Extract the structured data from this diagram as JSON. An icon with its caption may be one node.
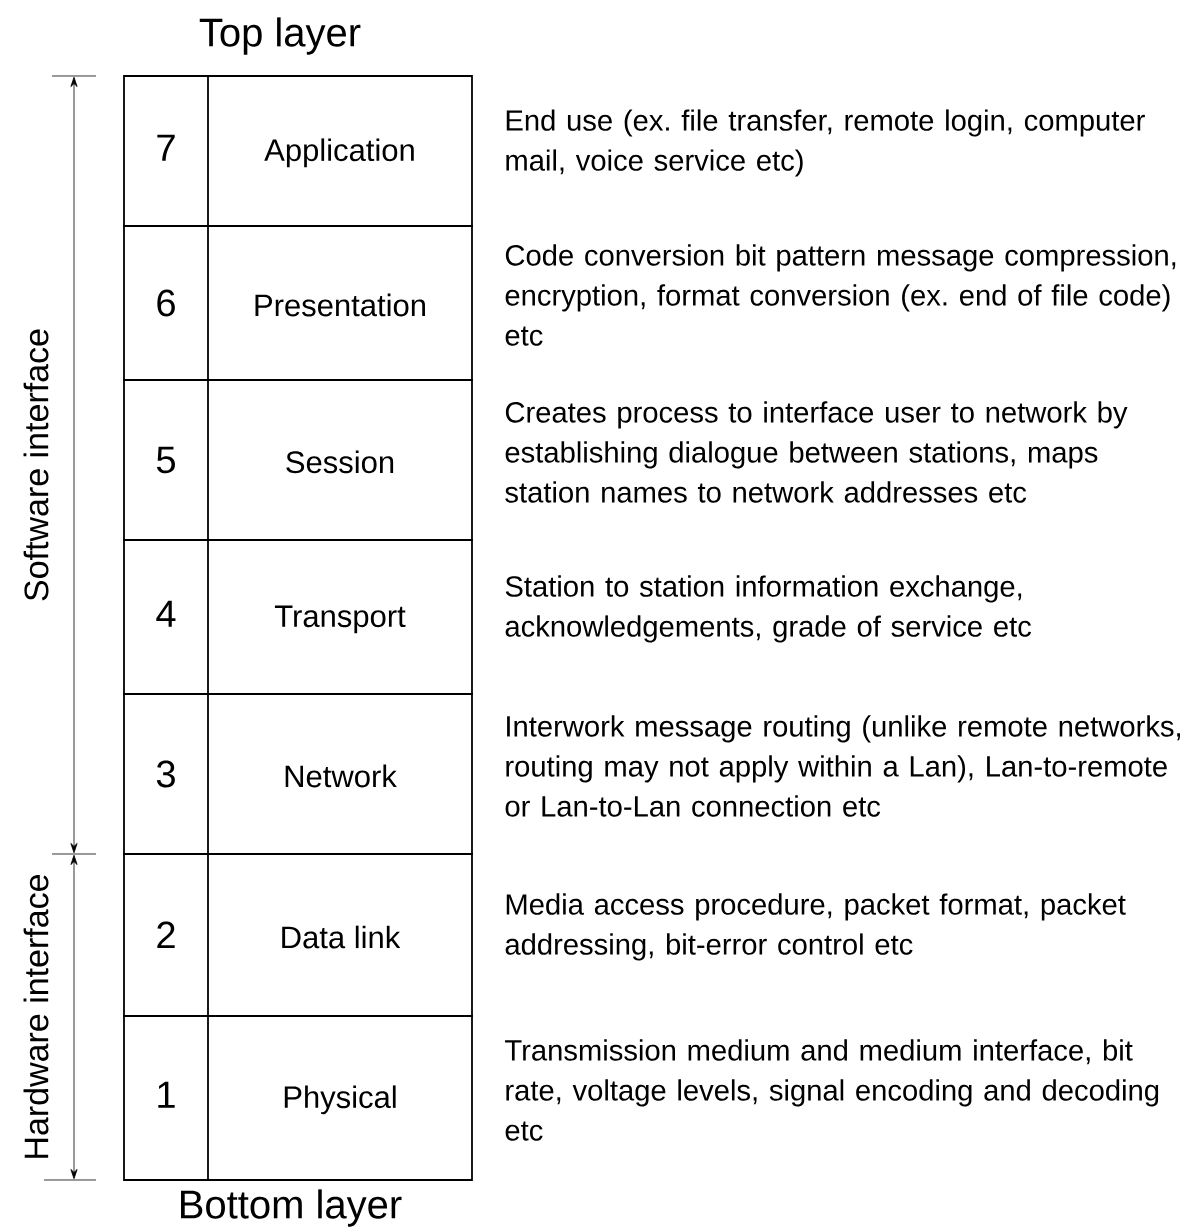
{
  "diagram": {
    "nodes": [
      {
        "text": [
          "7",
          "Application"
        ],
        "beside": [
          "End use (ex. file transfer, remote login, computer mail, voice service etc)"
        ]
      },
      {
        "text": [
          "6",
          "Presentation"
        ],
        "beside": [
          "Code conversion bit pattern message compression, encryption, format conversion (ex. end of file code) etc"
        ]
      },
      {
        "text": [
          "5",
          "Session"
        ],
        "beside": [
          "Creates process to interface user to network by establishing dialogue between stations, maps station names to network addresses etc"
        ]
      },
      {
        "text": [
          "4",
          "Transport"
        ],
        "beside": [
          "Station to station information exchange, acknowledgements, grade of service etc"
        ]
      },
      {
        "text": [
          "3",
          "Network"
        ],
        "beside": [
          "Interwork message routing (unlike remote networks, routing may not apply within a Lan), Lan-to-remote or Lan-to-Lan connection etc"
        ]
      },
      {
        "text": [
          "2",
          "Data link"
        ],
        "beside": [
          "Media access procedure, packet format, packet addressing, bit-error control etc"
        ]
      },
      {
        "text": [
          "1",
          "Physical"
        ],
        "beside": [
          "Transmission medium and medium interface, bit rate, voltage levels, signal encoding and decoding etc"
        ]
      }
    ],
    "labels": [
      "Top layer",
      "Software interface",
      "Hardware interface",
      "Bottom layer"
    ]
  }
}
